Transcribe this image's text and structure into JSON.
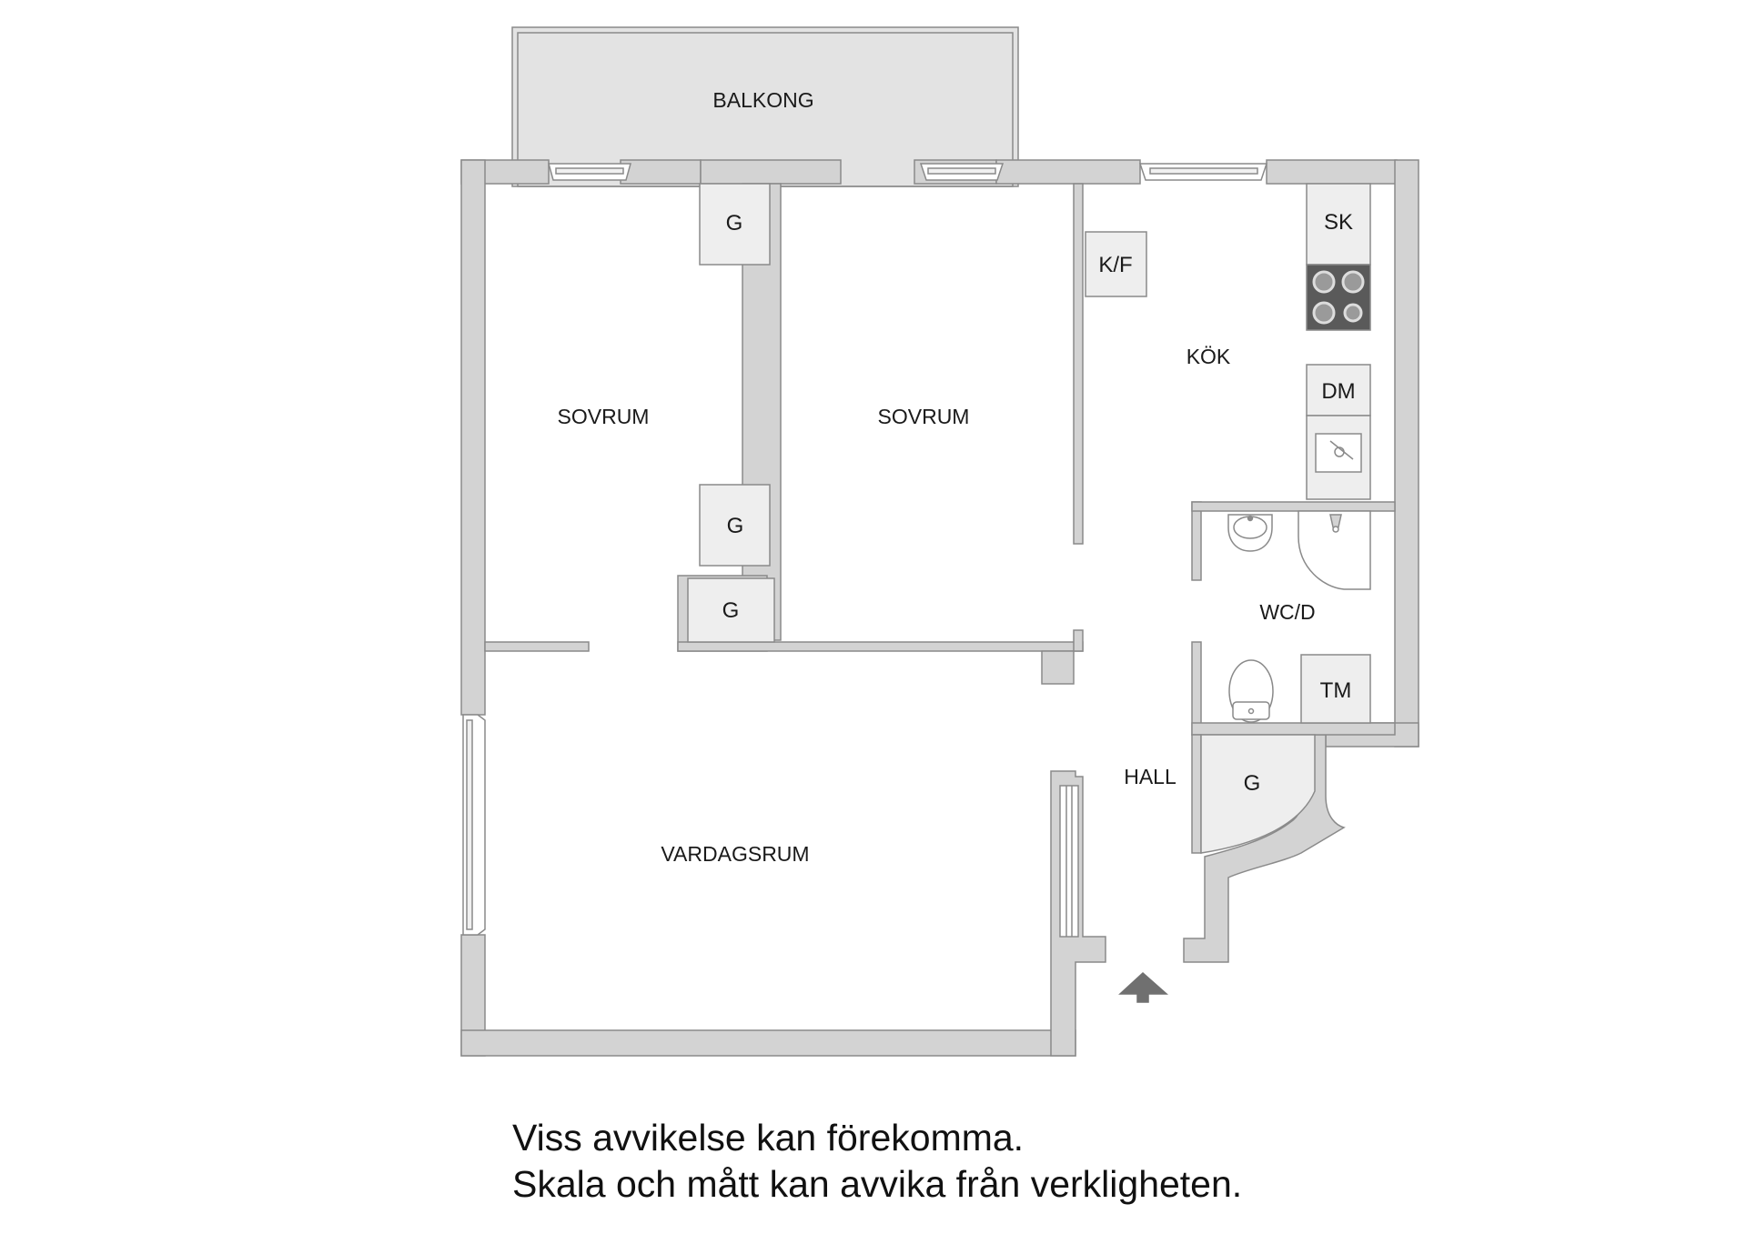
{
  "rooms": {
    "balcony": "BALKONG",
    "bedroom_1": "SOVRUM",
    "bedroom_2": "SOVRUM",
    "kitchen": "KÖK",
    "bathroom": "WC/D",
    "hall": "HALL",
    "living_room": "VARDAGSRUM"
  },
  "fixtures": {
    "wardrobe_top": "G",
    "wardrobe_mid": "G",
    "wardrobe_low": "G",
    "wardrobe_hall": "G",
    "fridge_freezer": "K/F",
    "cabinet": "SK",
    "dishwasher": "DM",
    "washing_machine": "TM"
  },
  "disclaimer": {
    "line1": "Viss avvikelse kan förekomma.",
    "line2": "Skala och mått kan avvika från verkligheten."
  },
  "colors": {
    "wall": "#d3d3d3",
    "wall_outline": "#8a8a8a",
    "balcony_fill": "#e3e3e3",
    "stove": "#5a5a5a",
    "entrance_arrow": "#707070"
  }
}
